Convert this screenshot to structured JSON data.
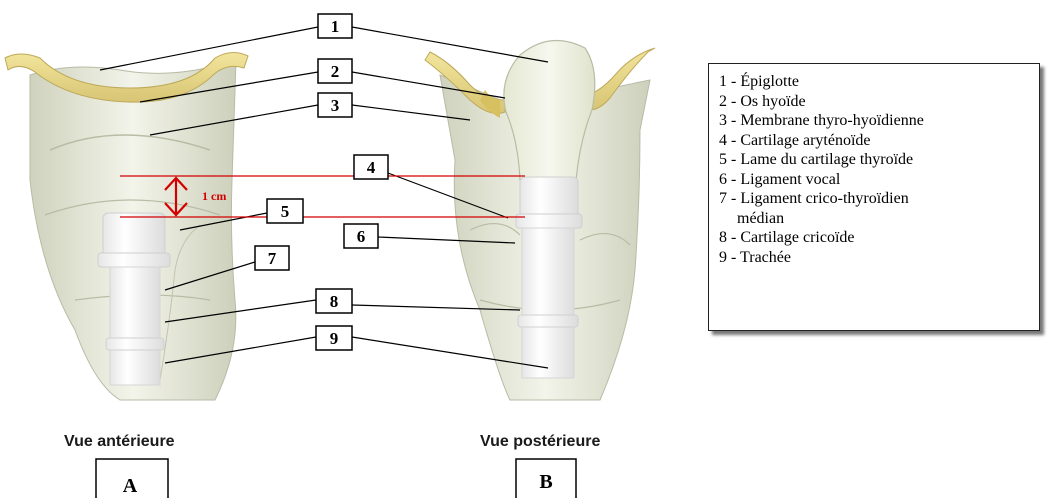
{
  "markers": [
    "1",
    "2",
    "3",
    "4",
    "5",
    "6",
    "7",
    "8",
    "9"
  ],
  "measurement": "1 cm",
  "views": {
    "anterior": "Vue antérieure",
    "posterior": "Vue postérieure"
  },
  "panels": {
    "a": "A",
    "b": "B"
  },
  "legend": {
    "items": [
      "1 - Épiglotte",
      "2 - Os hyoïde",
      "3 - Membrane thyro-hyoïdienne",
      "4 - Cartilage aryténoïde",
      "5 - Lame du cartilage thyroïde",
      "6 - Ligament vocal",
      "7 - Ligament crico-thyroïdien",
      "8 - Cartilage cricoïde",
      "9 - Trachée"
    ],
    "item7_continuation": "médian"
  },
  "colors": {
    "bone": "#e8d890",
    "cartilage": "#eef0e2",
    "shade": "#b9bca8",
    "measure": "#d40000"
  }
}
